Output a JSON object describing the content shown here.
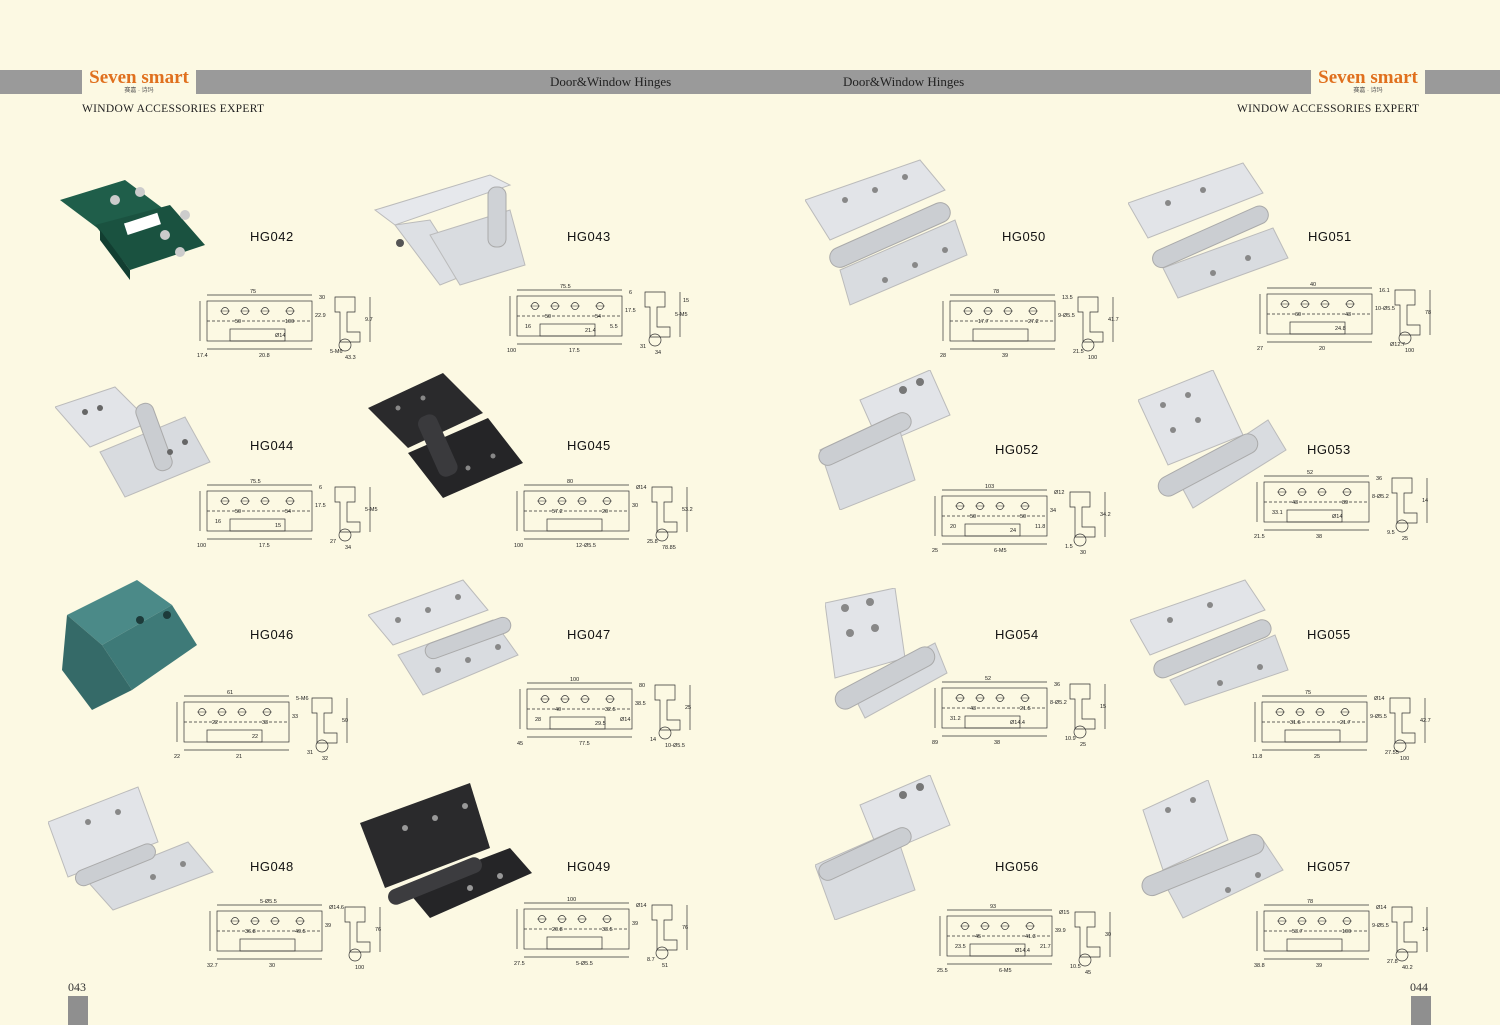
{
  "header": {
    "brand": "Seven smart",
    "brand_sub": "赛嘉 · 诗玛",
    "tagline": "WINDOW ACCESSORIES EXPERT",
    "section_left": "Door&Window Hinges",
    "section_right": "Door&Window Hinges"
  },
  "pages": {
    "left": "043",
    "right": "044"
  },
  "products": [
    {
      "code": "HG042",
      "finish": "dark-green"
    },
    {
      "code": "HG043",
      "finish": "white"
    },
    {
      "code": "HG044",
      "finish": "white"
    },
    {
      "code": "HG045",
      "finish": "black"
    },
    {
      "code": "HG046",
      "finish": "teal"
    },
    {
      "code": "HG047",
      "finish": "white"
    },
    {
      "code": "HG048",
      "finish": "white"
    },
    {
      "code": "HG049",
      "finish": "black"
    },
    {
      "code": "HG050",
      "finish": "white"
    },
    {
      "code": "HG051",
      "finish": "white"
    },
    {
      "code": "HG052",
      "finish": "white"
    },
    {
      "code": "HG053",
      "finish": "white"
    },
    {
      "code": "HG054",
      "finish": "white"
    },
    {
      "code": "HG055",
      "finish": "white"
    },
    {
      "code": "HG056",
      "finish": "white"
    },
    {
      "code": "HG057",
      "finish": "white"
    }
  ],
  "colors": {
    "page_bg": "#fcf9e3",
    "band": "#9a9a9a",
    "brand_orange": "#e0701e",
    "white_finish": "#e4e6ea",
    "black_finish": "#2a2a2c",
    "green_finish": "#1f5e4a",
    "teal_finish": "#3e7a78"
  },
  "dims": {
    "HG042": [
      "75",
      "20.8",
      "22.9",
      "9.7",
      "43.3",
      "50",
      "100",
      "17.4",
      "30",
      "5-M6",
      "Ø14"
    ],
    "HG043": [
      "75.5",
      "17.5",
      "17.5",
      "5-M5",
      "34",
      "50",
      "54",
      "100",
      "6",
      "31",
      "21.4",
      "16",
      "5.5",
      "15"
    ],
    "HG044": [
      "75.5",
      "17.5",
      "17.5",
      "5-M5",
      "34",
      "50",
      "54",
      "100",
      "6",
      "27",
      "15",
      "16"
    ],
    "HG045": [
      "80",
      "12-Ø5.5",
      "30",
      "53.2",
      "78.85",
      "57.2",
      "20",
      "100",
      "Ø14",
      "25.8"
    ],
    "HG046": [
      "61",
      "21",
      "33",
      "50",
      "32",
      "22",
      "33",
      "22",
      "5-M6",
      "31",
      "22"
    ],
    "HG047": [
      "100",
      "77.5",
      "38.5",
      "25",
      "10-Ø5.5",
      "40",
      "32.5",
      "45",
      "80",
      "14",
      "29.5",
      "28",
      "Ø14"
    ],
    "HG048": [
      "5-Ø5.5",
      "30",
      "39",
      "76",
      "100",
      "36.8",
      "49.5",
      "32.7",
      "Ø14.6"
    ],
    "HG049": [
      "100",
      "5-Ø5.5",
      "39",
      "76",
      "51",
      "20.8",
      "33.5",
      "27.5",
      "Ø14",
      "8.7"
    ],
    "HG050": [
      "78",
      "39",
      "9-Ø5.5",
      "41.7",
      "100",
      "17.7",
      "27.2",
      "28",
      "13.5",
      "21.5"
    ],
    "HG051": [
      "40",
      "20",
      "10-Ø5.5",
      "78",
      "100",
      "60",
      "43",
      "27",
      "16.1",
      "Ø12.7",
      "24.8"
    ],
    "HG052": [
      "103",
      "6-M5",
      "34",
      "34.2",
      "30",
      "50",
      "50",
      "25",
      "Ø12",
      "1.5",
      "24",
      "20",
      "11.8"
    ],
    "HG053": [
      "52",
      "38",
      "8-Ø5.2",
      "14",
      "25",
      "43",
      "89",
      "21.5",
      "36",
      "9.5",
      "Ø14",
      "33.1"
    ],
    "HG054": [
      "52",
      "38",
      "8-Ø5.2",
      "15",
      "25",
      "43",
      "21.5",
      "89",
      "36",
      "10.9",
      "Ø14.4",
      "31.2"
    ],
    "HG055": [
      "75",
      "25",
      "9-Ø5.5",
      "42.7",
      "100",
      "31.6",
      "21.7",
      "11.8",
      "Ø14",
      "27.55"
    ],
    "HG056": [
      "93",
      "6-M5",
      "39.9",
      "30",
      "45",
      "45",
      "41.3",
      "25.5",
      "Ø15",
      "10.5",
      "Ø14.4",
      "23.5",
      "21.7"
    ],
    "HG057": [
      "78",
      "39",
      "9-Ø5.5",
      "14",
      "40.2",
      "53.7",
      "100",
      "38.8",
      "Ø14",
      "27.8"
    ]
  }
}
